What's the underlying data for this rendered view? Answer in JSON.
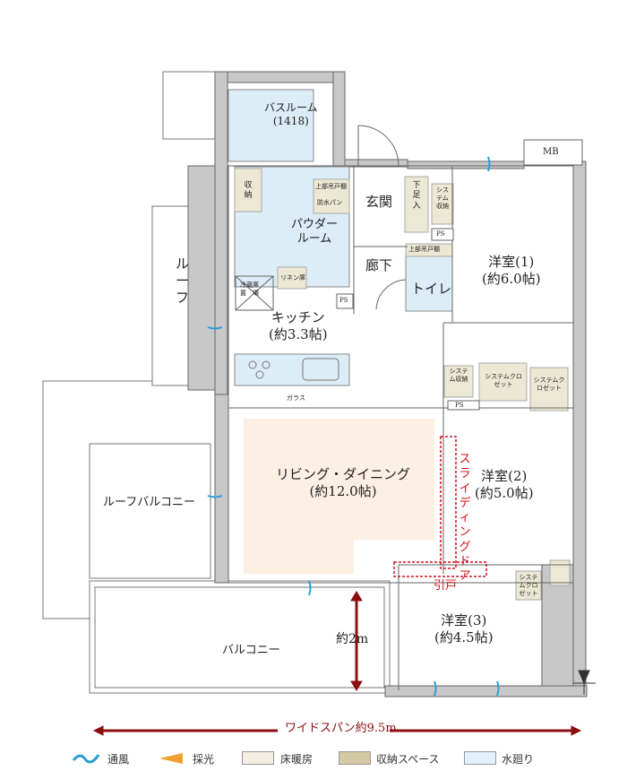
{
  "rooms": {
    "bath": {
      "name": "バスルーム",
      "size": "(1418)"
    },
    "storage": "収納",
    "upper_cabinet": "上部吊戸棚",
    "washer_pan": "防水パン",
    "powder": {
      "line1": "パウダー",
      "line2": "ルーム"
    },
    "linen": "リネン庫",
    "fridge": {
      "line1": "冷蔵庫",
      "line2": "置　場"
    },
    "entrance": "玄関",
    "shoe": "下足入",
    "system_storage": "システム収納",
    "ps": "PS",
    "hall": "廊下",
    "toilet": "トイレ",
    "toilet_cabinet": "上部吊戸棚",
    "mb": "MB",
    "western1": {
      "name": "洋室(1)",
      "size": "(約6.0帖)"
    },
    "kitchen": {
      "name": "キッチン",
      "size": "(約3.3帖)"
    },
    "glass": "ガラス",
    "living": {
      "name": "リビング・ダイニング",
      "size": "(約12.0帖)"
    },
    "western2": {
      "name": "洋室(2)",
      "size": "(約5.0帖)"
    },
    "system_closet": "システムクロゼット",
    "system_storage2": "システム収納",
    "western3": {
      "name": "洋室(3)",
      "size": "(約4.5帖)"
    },
    "roof": "ルーフ",
    "roof_balcony": "ルーフバルコニー",
    "balcony": "バルコニー",
    "sliding_door": "スライディングドア",
    "hikido": "引戸"
  },
  "dimensions": {
    "depth": "約2m",
    "span": "ワイドスパン約9.5m"
  },
  "legend": [
    {
      "label": "通風",
      "color": "#2a9fd8"
    },
    {
      "label": "採光",
      "color": "#f0a030"
    },
    {
      "label": "床暖房",
      "color": "#f5eee2"
    },
    {
      "label": "収納スペース",
      "color": "#d5c9a4"
    },
    {
      "label": "水廻り",
      "color": "#e2f2fb"
    }
  ],
  "colors": {
    "wall": "#c8c8c8",
    "water": "#dcedf7",
    "storage": "#ece8d4",
    "floor_heat": "#fcefe3",
    "accent": "#d0101b"
  }
}
